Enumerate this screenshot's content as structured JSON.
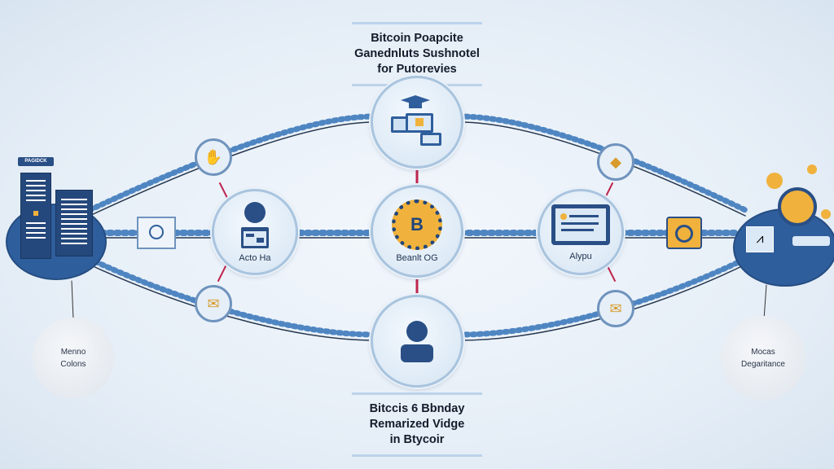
{
  "top_title": {
    "line1": "Bitcoin Poapcite",
    "line2": "Ganednluts Sushnotel",
    "line3": "for Putorevies"
  },
  "bottom_title": {
    "line1": "Bitccis 6 Bbndаy",
    "line2": "Remarized Vidge",
    "line3": "in Btycoir"
  },
  "nodes": {
    "left": {
      "label": "Acto Ha"
    },
    "center": {
      "label": "Beanlt OG",
      "symbol": "B"
    },
    "right": {
      "label": "Alypu"
    }
  },
  "left_hub": {
    "badge": "PAGIDCK",
    "caption_line1": "Menno",
    "caption_line2": "Colons"
  },
  "right_hub": {
    "caption_line1": "Mocas",
    "caption_line2": "Degaritance"
  },
  "colors": {
    "accent": "#2f5e9c",
    "connector": "#c0264f",
    "coin": "#f0b23c"
  }
}
